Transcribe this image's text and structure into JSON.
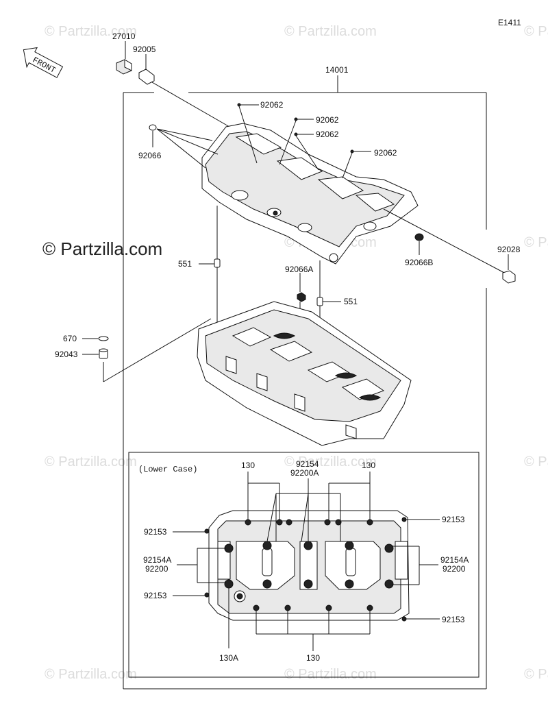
{
  "diagram_code": "E1411",
  "front_label": "FRONT",
  "watermark": "© Partzilla.com",
  "assembly_number": "14001",
  "inset_title": "(Lower Case)",
  "callouts": {
    "p27010": "27010",
    "p92005": "92005",
    "p92062_a": "92062",
    "p92062_b": "92062",
    "p92062_c": "92062",
    "p92062_d": "92062",
    "p92066": "92066",
    "p92028": "92028",
    "p92066B": "92066B",
    "p551_a": "551",
    "p551_b": "551",
    "p92066A": "92066A",
    "p670": "670",
    "p92043": "92043",
    "p130_tl": "130",
    "p92154": "92154",
    "p92200A": "92200A",
    "p130_tr": "130",
    "p92153_tl": "92153",
    "p92153_tr": "92153",
    "p92154A_l": "92154A",
    "p92200_l": "92200",
    "p92154A_r": "92154A",
    "p92200_r": "92200",
    "p92153_bl": "92153",
    "p92153_br": "92153",
    "p130A": "130A",
    "p130_b": "130"
  }
}
